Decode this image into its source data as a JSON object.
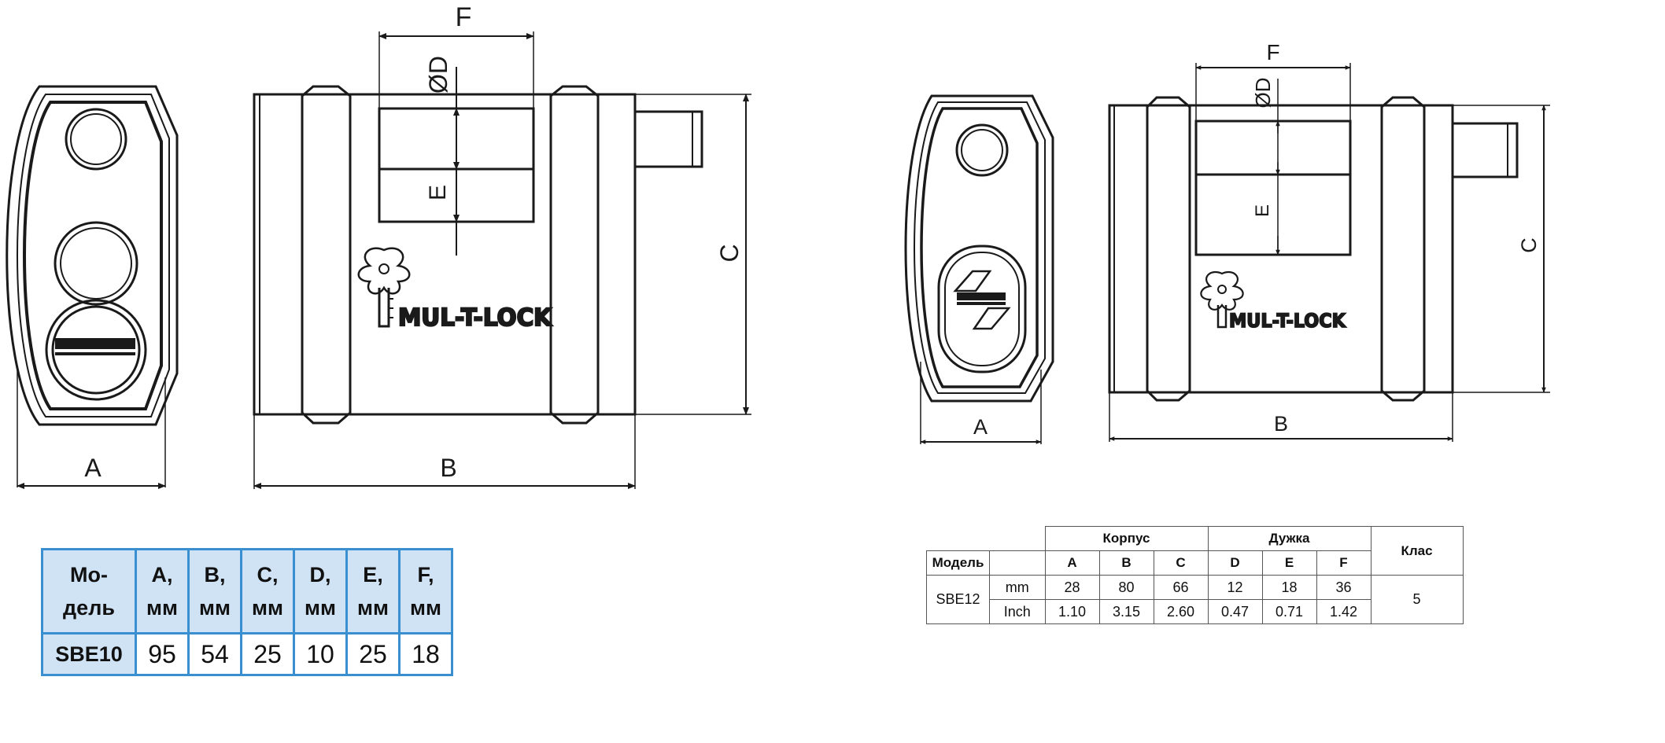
{
  "colors": {
    "line": "#1a1a1a",
    "table_border": "#3a8fd0",
    "table_header_bg": "#cfe3f4",
    "table2_border": "#555555"
  },
  "drawing_left": {
    "dim_labels": {
      "a": "A",
      "b": "B",
      "c": "C",
      "d": "ØD",
      "e": "E",
      "f": "F"
    },
    "brand": "MUL-T-LOCK"
  },
  "drawing_right": {
    "dim_labels": {
      "a": "A",
      "b": "B",
      "c": "C",
      "d": "ØD",
      "e": "E",
      "f": "F"
    },
    "brand": "MUL-T-LOCK"
  },
  "table_left": {
    "headers": [
      {
        "top": "Мо-",
        "bottom": "дель"
      },
      {
        "top": "A,",
        "bottom": "мм"
      },
      {
        "top": "B,",
        "bottom": "мм"
      },
      {
        "top": "C,",
        "bottom": "мм"
      },
      {
        "top": "D,",
        "bottom": "мм"
      },
      {
        "top": "E,",
        "bottom": "мм"
      },
      {
        "top": "F,",
        "bottom": "мм"
      }
    ],
    "row": [
      "SBE10",
      "95",
      "54",
      "25",
      "10",
      "25",
      "18"
    ]
  },
  "table_right": {
    "group_body": "Корпус",
    "group_shackle": "Дужка",
    "class_header": "Клас",
    "model_header": "Модель",
    "columns": [
      "A",
      "B",
      "C",
      "D",
      "E",
      "F"
    ],
    "model": "SBE12",
    "class_value": "5",
    "rows": [
      {
        "unit": "mm",
        "values": [
          "28",
          "80",
          "66",
          "12",
          "18",
          "36"
        ]
      },
      {
        "unit": "Inch",
        "values": [
          "1.10",
          "3.15",
          "2.60",
          "0.47",
          "0.71",
          "1.42"
        ]
      }
    ]
  }
}
